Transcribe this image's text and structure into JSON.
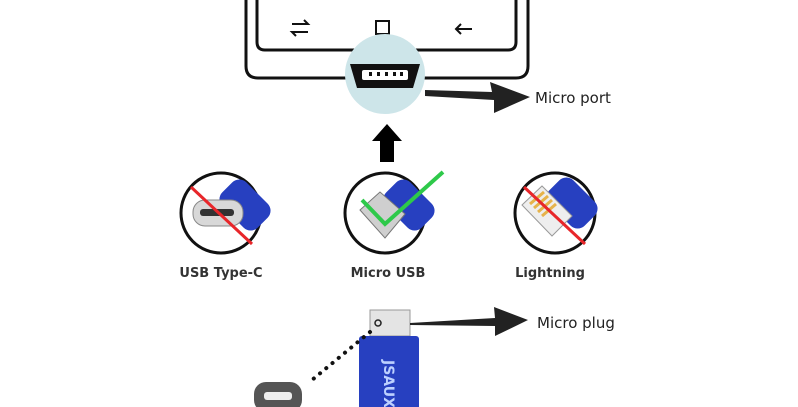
{
  "callouts": {
    "port": "Micro port",
    "plug": "Micro plug"
  },
  "connectors": [
    {
      "label": "USB Type-C",
      "status": "incompatible"
    },
    {
      "label": "Micro USB",
      "status": "compatible"
    },
    {
      "label": "Lightning",
      "status": "incompatible"
    }
  ],
  "brand_logo": "JSAUX",
  "colors": {
    "cable_blue": "#2740c0",
    "check_green": "#2ec94a",
    "cross_red": "#e8262a",
    "magnifier": "#cde5e9"
  }
}
